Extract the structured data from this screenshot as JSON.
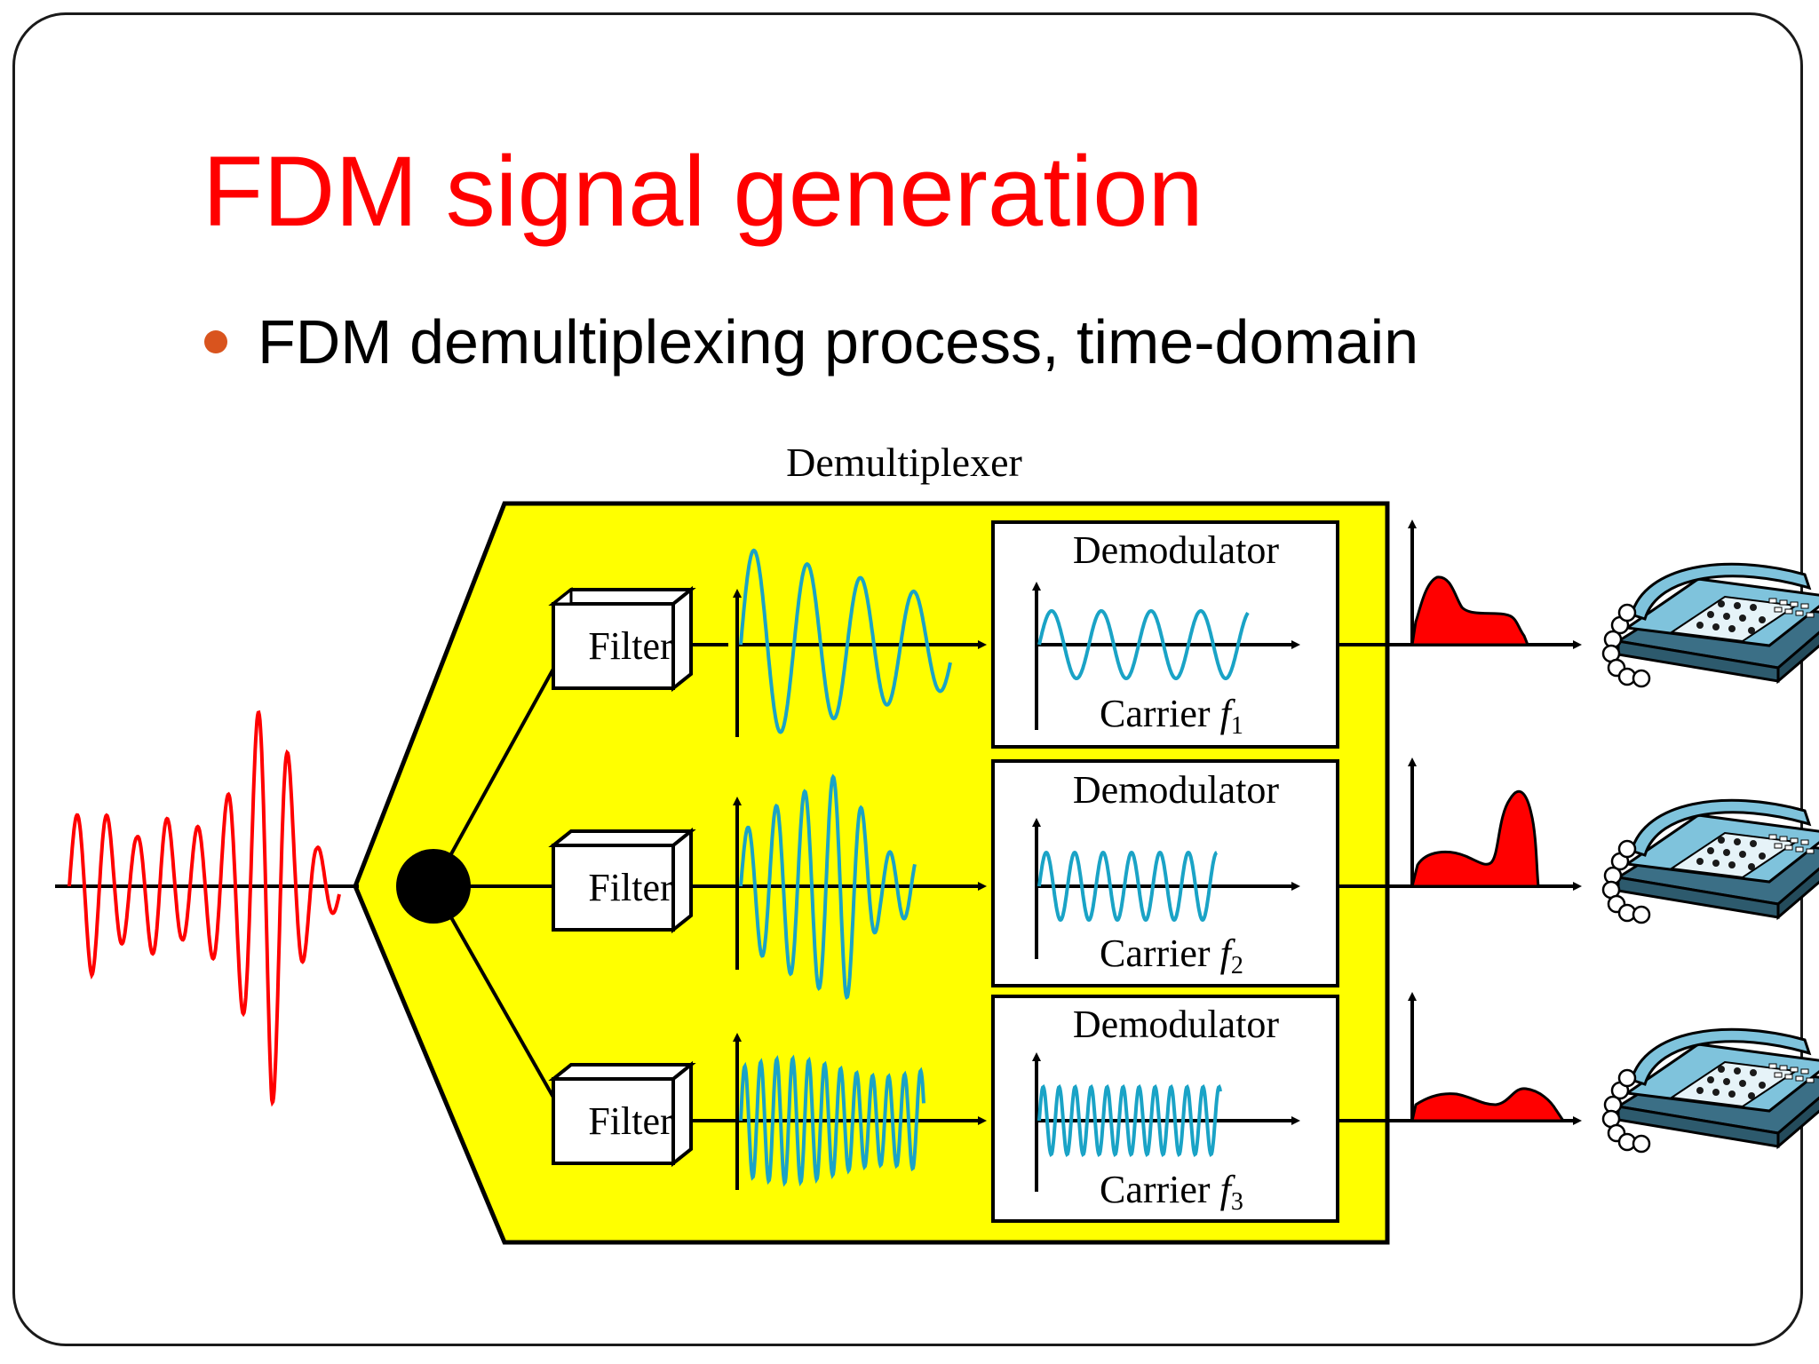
{
  "slide": {
    "title": "FDM signal generation",
    "bullet": "FDM demultiplexing process, time-domain"
  },
  "diagram": {
    "block_label": "Demultiplexer",
    "channels": [
      {
        "filter_label": "Filter",
        "demodulator_label": "Demodulator",
        "carrier_label": "Carrier ",
        "carrier_symbol": "f",
        "carrier_index": "1"
      },
      {
        "filter_label": "Filter",
        "demodulator_label": "Demodulator",
        "carrier_label": "Carrier ",
        "carrier_symbol": "f",
        "carrier_index": "2"
      },
      {
        "filter_label": "Filter",
        "demodulator_label": "Demodulator",
        "carrier_label": "Carrier ",
        "carrier_symbol": "f",
        "carrier_index": "3"
      }
    ],
    "outputs": [
      "telephone-icon",
      "telephone-icon",
      "telephone-icon"
    ]
  },
  "colors": {
    "title": "#ff0000",
    "bullet_dot": "#d9541e",
    "demux_fill": "#ffff00",
    "composite_signal": "#ff0000",
    "carrier_wave": "#1aa3c6",
    "recovered_signal": "#ff0000",
    "phone_body": "#7fc3dc"
  }
}
